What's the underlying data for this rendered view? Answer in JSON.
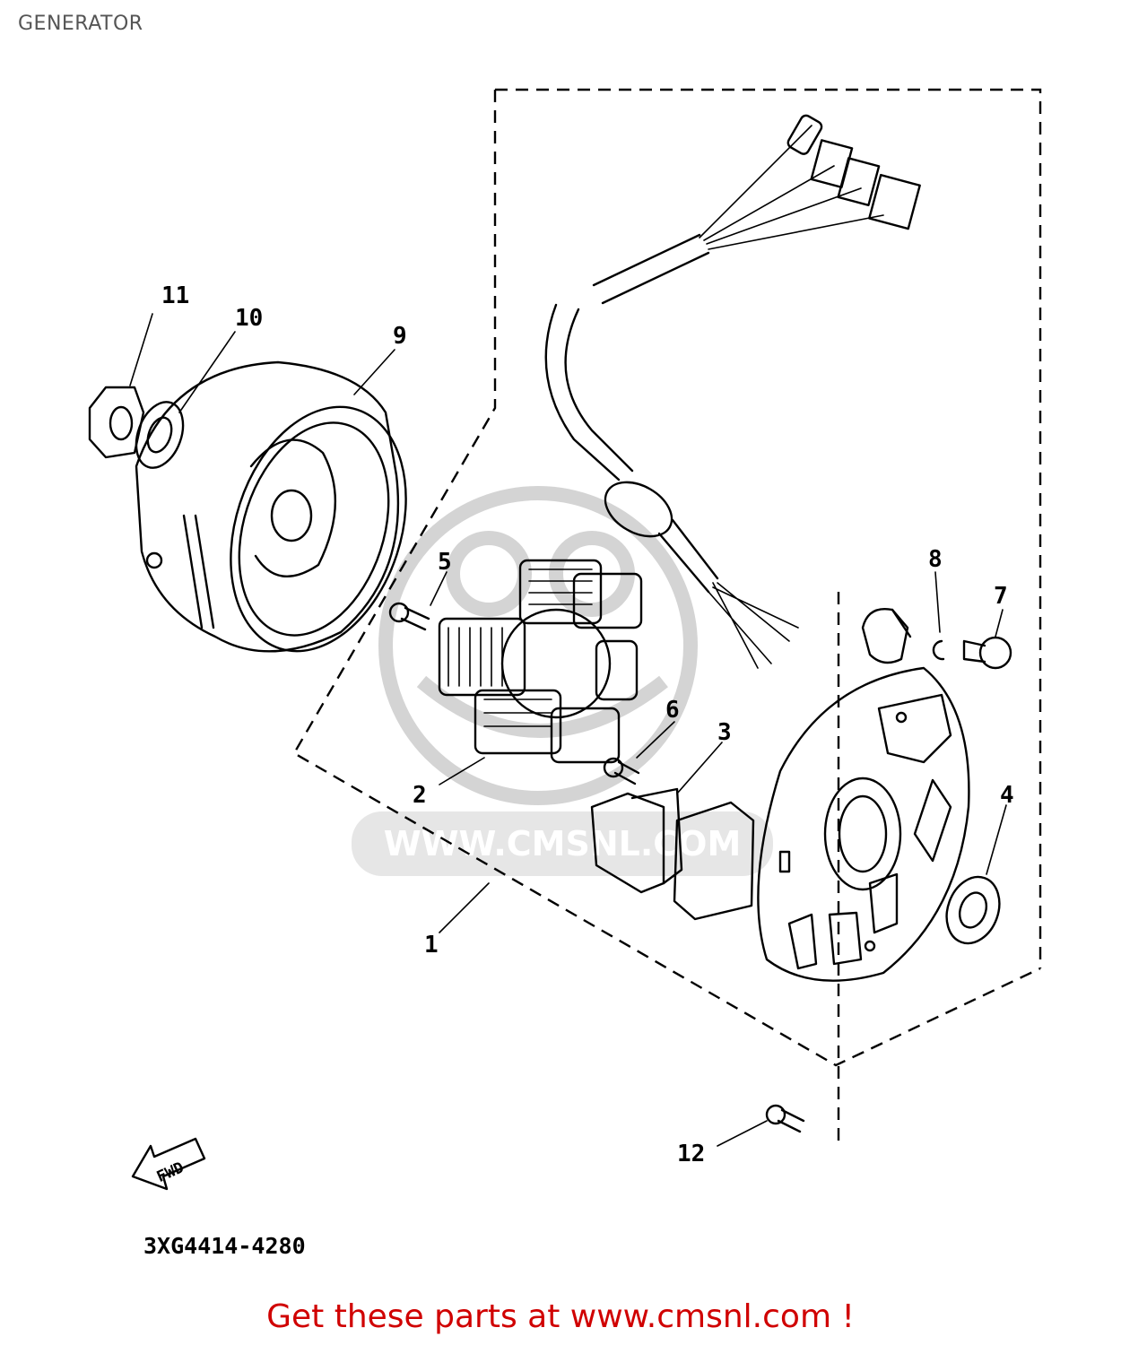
{
  "header": {
    "title": "GENERATOR"
  },
  "callouts": [
    "1",
    "2",
    "3",
    "4",
    "5",
    "6",
    "7",
    "8",
    "9",
    "10",
    "11",
    "12"
  ],
  "direction_label": "FWD",
  "part_number": "3XG4414-4280",
  "watermark": {
    "url_text": "WWW.CMSNL.COM"
  },
  "footer": {
    "text": "Get these parts at www.cmsnl.com !"
  },
  "colors": {
    "footer": "#d00000",
    "title": "#555555",
    "watermark": "#d4d4d4"
  }
}
